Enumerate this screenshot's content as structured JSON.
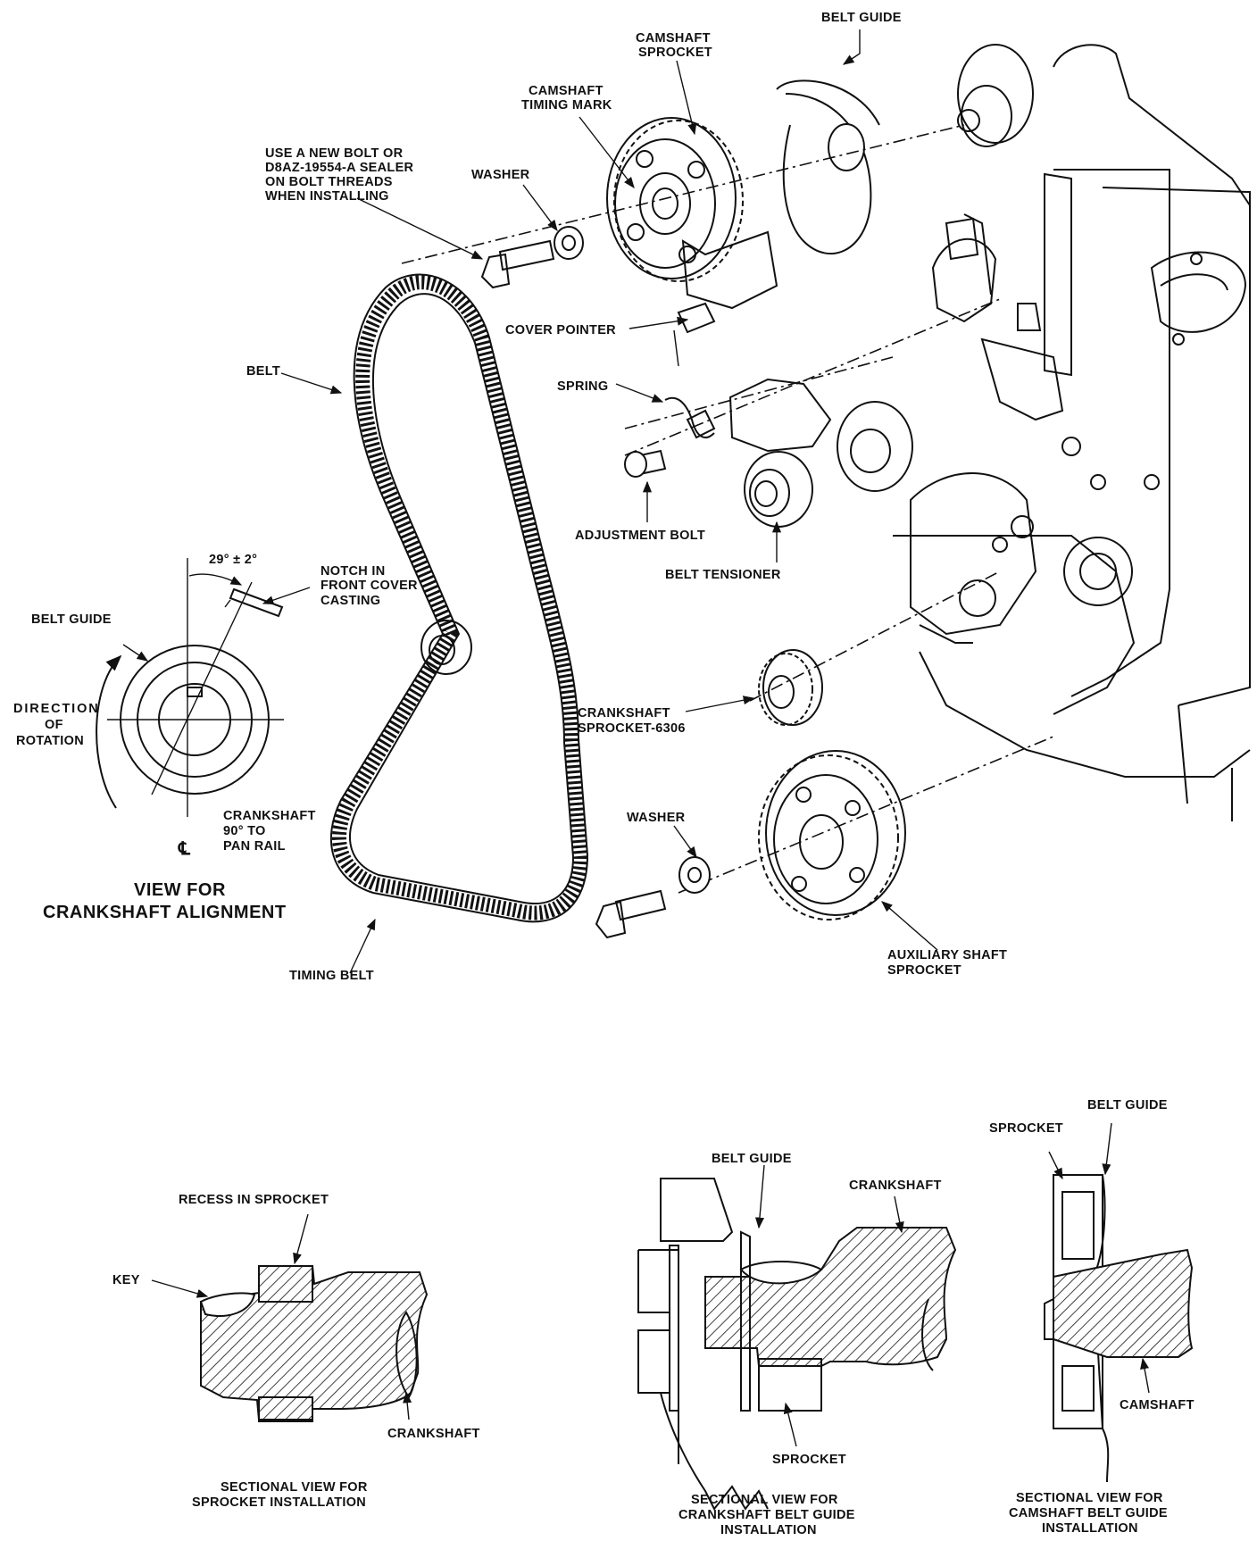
{
  "labels": {
    "belt_guide_top": "BELT GUIDE",
    "camshaft_sprocket": [
      "CAMSHAFT",
      "SPROCKET"
    ],
    "camshaft_timing_mark": [
      "CAMSHAFT",
      "TIMING MARK"
    ],
    "use_new_bolt": [
      "USE A NEW BOLT OR",
      "D8AZ-19554-A SEALER",
      "ON BOLT THREADS",
      "WHEN INSTALLING"
    ],
    "washer_top": "WASHER",
    "cover_pointer": "COVER POINTER",
    "belt": "BELT",
    "spring": "SPRING",
    "adjustment_bolt": "ADJUSTMENT BOLT",
    "belt_tensioner": "BELT TENSIONER",
    "angle": "29° ± 2°",
    "notch": [
      "NOTCH IN",
      "FRONT COVER",
      "CASTING"
    ],
    "belt_guide_left": "BELT GUIDE",
    "direction_of_rotation": [
      "DIRECTION",
      "OF",
      "ROTATION"
    ],
    "crankshaft_90": [
      "CRANKSHAFT",
      "90° TO",
      "PAN RAIL"
    ],
    "centerline": "℄",
    "view_for_crankshaft_alignment": [
      "VIEW FOR",
      "CRANKSHAFT ALIGNMENT"
    ],
    "crankshaft_sprocket": [
      "CRANKSHAFT",
      "SPROCKET-6306"
    ],
    "washer_bottom": "WASHER",
    "auxiliary_shaft_sprocket": [
      "AUXILIARY SHAFT",
      "SPROCKET"
    ],
    "timing_belt": "TIMING BELT",
    "recess_in_sprocket": "RECESS IN SPROCKET",
    "key": "KEY",
    "crankshaft_sec1": "CRANKSHAFT",
    "caption_sec1": [
      "SECTIONAL VIEW FOR",
      "SPROCKET INSTALLATION"
    ],
    "belt_guide_sec2": "BELT GUIDE",
    "crankshaft_sec2": "CRANKSHAFT",
    "sprocket_sec2": "SPROCKET",
    "caption_sec2": [
      "SECTIONAL VIEW FOR",
      "CRANKSHAFT BELT GUIDE",
      "INSTALLATION"
    ],
    "sprocket_sec3": "SPROCKET",
    "belt_guide_sec3": "BELT GUIDE",
    "camshaft_sec3": "CAMSHAFT",
    "caption_sec3": [
      "SECTIONAL VIEW FOR",
      "CAMSHAFT BELT GUIDE",
      "INSTALLATION"
    ]
  }
}
